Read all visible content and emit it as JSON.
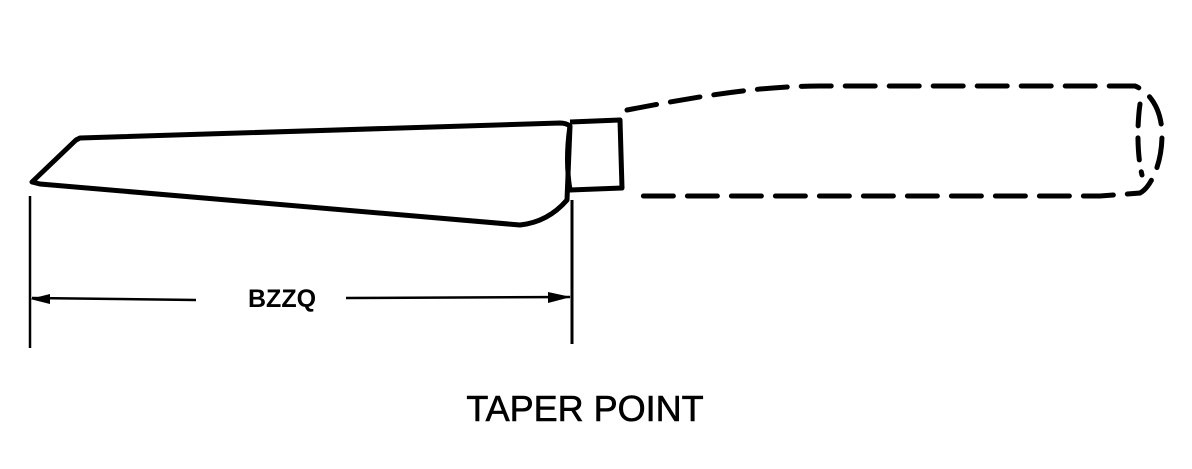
{
  "diagram": {
    "title": "TAPER POINT",
    "subject": "taper point blade with ferrule and handle",
    "dimension": {
      "label": "BZZQ",
      "from": "blade tip",
      "to": "ferrule start"
    },
    "parts": {
      "blade": {
        "style": "solid outline"
      },
      "ferrule": {
        "style": "solid outline"
      },
      "handle": {
        "style": "dashed outline (phantom)"
      }
    },
    "colors": {
      "line": "#000000",
      "background": "#ffffff"
    }
  }
}
